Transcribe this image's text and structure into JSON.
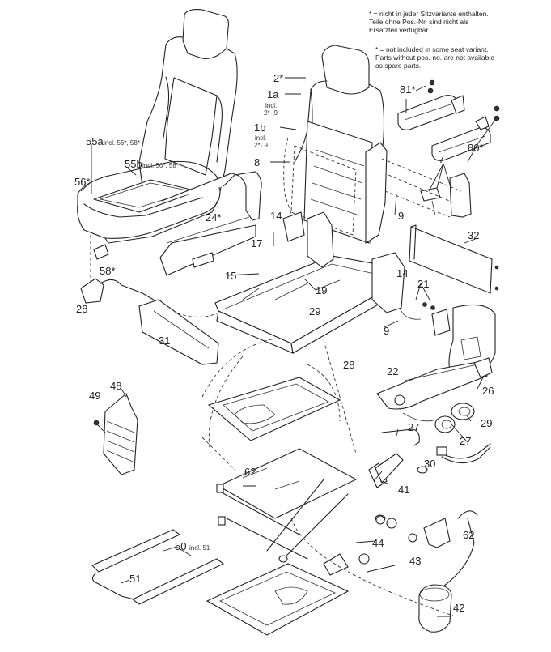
{
  "notes": {
    "german": [
      "* = nicht in jeder Sitzvariante enthalten.",
      "Teile ohne Pos.-Nr. sind nicht als",
      "Ersatzteil verfügbar."
    ],
    "english": [
      "* = not included in some seat variant.",
      "Parts without pos.-no. are not available",
      "as spare parts."
    ]
  },
  "labels": {
    "p2": "2*",
    "p1a": "1a",
    "p1a_incl": [
      "incl.",
      "2*- 9"
    ],
    "p1b": "1b",
    "p1b_incl": [
      "incl.",
      "2*- 9"
    ],
    "p8": "8",
    "p55a": "55a",
    "p55a_incl": "incl. 56*, 58*",
    "p55b": "55b",
    "p55b_incl": "incl. 56*, 58*",
    "p56": "56*",
    "p58": "58*",
    "p81": "81*",
    "p80": "80*",
    "p7": "7",
    "p9a": "9",
    "p9b": "9",
    "p24": "24*",
    "p14a": "14",
    "p14b": "14",
    "p17": "17",
    "p15": "15",
    "p19": "19",
    "p32": "32",
    "p21": "21",
    "p28a": "28",
    "p28b": "28",
    "p29a": "29",
    "p29b": "29",
    "p31": "31",
    "p22": "22",
    "p26": "26",
    "p27a": "27",
    "p27b": "27",
    "p30": "30",
    "p41": "41",
    "p48": "48",
    "p49": "49",
    "p62a": "62",
    "p62b": "62",
    "p50": "50",
    "p50_incl": "incl. 51",
    "p51": "51",
    "p44": "44",
    "p43": "43",
    "p42": "42"
  }
}
